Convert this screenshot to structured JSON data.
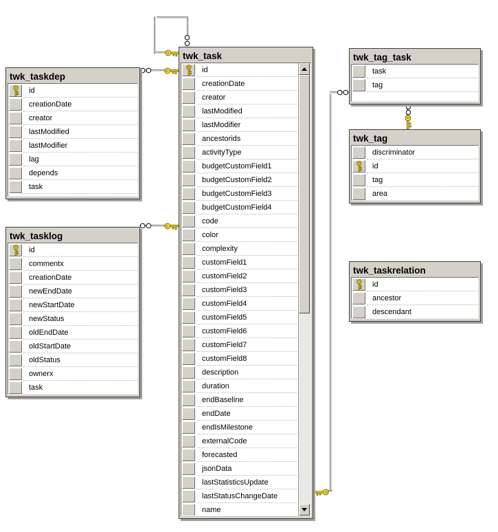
{
  "tables": [
    {
      "name": "twk_taskdep",
      "columns": [
        {
          "name": "id",
          "pk": true
        },
        {
          "name": "creationDate",
          "pk": false
        },
        {
          "name": "creator",
          "pk": false
        },
        {
          "name": "lastModified",
          "pk": false
        },
        {
          "name": "lastModifier",
          "pk": false
        },
        {
          "name": "lag",
          "pk": false
        },
        {
          "name": "depends",
          "pk": false
        },
        {
          "name": "task",
          "pk": false
        }
      ]
    },
    {
      "name": "twk_tasklog",
      "columns": [
        {
          "name": "id",
          "pk": true
        },
        {
          "name": "commentx",
          "pk": false
        },
        {
          "name": "creationDate",
          "pk": false
        },
        {
          "name": "newEndDate",
          "pk": false
        },
        {
          "name": "newStartDate",
          "pk": false
        },
        {
          "name": "newStatus",
          "pk": false
        },
        {
          "name": "oldEndDate",
          "pk": false
        },
        {
          "name": "oldStartDate",
          "pk": false
        },
        {
          "name": "oldStatus",
          "pk": false
        },
        {
          "name": "ownerx",
          "pk": false
        },
        {
          "name": "task",
          "pk": false
        }
      ]
    },
    {
      "name": "twk_task",
      "columns": [
        {
          "name": "id",
          "pk": true
        },
        {
          "name": "creationDate",
          "pk": false
        },
        {
          "name": "creator",
          "pk": false
        },
        {
          "name": "lastModified",
          "pk": false
        },
        {
          "name": "lastModifier",
          "pk": false
        },
        {
          "name": "ancestorids",
          "pk": false
        },
        {
          "name": "activityType",
          "pk": false
        },
        {
          "name": "budgetCustomField1",
          "pk": false
        },
        {
          "name": "budgetCustomField2",
          "pk": false
        },
        {
          "name": "budgetCustomField3",
          "pk": false
        },
        {
          "name": "budgetCustomField4",
          "pk": false
        },
        {
          "name": "code",
          "pk": false
        },
        {
          "name": "color",
          "pk": false
        },
        {
          "name": "complexity",
          "pk": false
        },
        {
          "name": "customField1",
          "pk": false
        },
        {
          "name": "customField2",
          "pk": false
        },
        {
          "name": "customField3",
          "pk": false
        },
        {
          "name": "customField4",
          "pk": false
        },
        {
          "name": "customField5",
          "pk": false
        },
        {
          "name": "customField6",
          "pk": false
        },
        {
          "name": "customField7",
          "pk": false
        },
        {
          "name": "customField8",
          "pk": false
        },
        {
          "name": "description",
          "pk": false
        },
        {
          "name": "duration",
          "pk": false
        },
        {
          "name": "endBaseline",
          "pk": false
        },
        {
          "name": "endDate",
          "pk": false
        },
        {
          "name": "endIsMilestone",
          "pk": false
        },
        {
          "name": "externalCode",
          "pk": false
        },
        {
          "name": "forecasted",
          "pk": false
        },
        {
          "name": "jsonData",
          "pk": false
        },
        {
          "name": "lastStatisticsUpdate",
          "pk": false
        },
        {
          "name": "lastStatusChangeDate",
          "pk": false
        },
        {
          "name": "name",
          "pk": false
        }
      ]
    },
    {
      "name": "twk_tag_task",
      "columns": [
        {
          "name": "task",
          "pk": false
        },
        {
          "name": "tag",
          "pk": false
        }
      ]
    },
    {
      "name": "twk_tag",
      "columns": [
        {
          "name": "discriminator",
          "pk": false
        },
        {
          "name": "id",
          "pk": true
        },
        {
          "name": "tag",
          "pk": false
        },
        {
          "name": "area",
          "pk": false
        }
      ]
    },
    {
      "name": "twk_taskrelation",
      "columns": [
        {
          "name": "id",
          "pk": true
        },
        {
          "name": "ancestor",
          "pk": false
        },
        {
          "name": "descendant",
          "pk": false
        }
      ]
    }
  ],
  "relationships": [
    {
      "one_side": "twk_task",
      "many_side": "twk_task",
      "note": "self-reference"
    },
    {
      "one_side": "twk_task",
      "many_side": "twk_taskdep"
    },
    {
      "one_side": "twk_task",
      "many_side": "twk_tasklog"
    },
    {
      "one_side": "twk_task",
      "many_side": "twk_tag_task"
    },
    {
      "one_side": "twk_tag",
      "many_side": "twk_tag_task"
    }
  ],
  "colors": {
    "window_frame": "#d5d1c9",
    "window_border": "#3c3c3c",
    "shadow": "#a0a0a0",
    "key_fill": "#ffe633",
    "key_outline": "#7a6800",
    "canvas": "#ffffff"
  }
}
